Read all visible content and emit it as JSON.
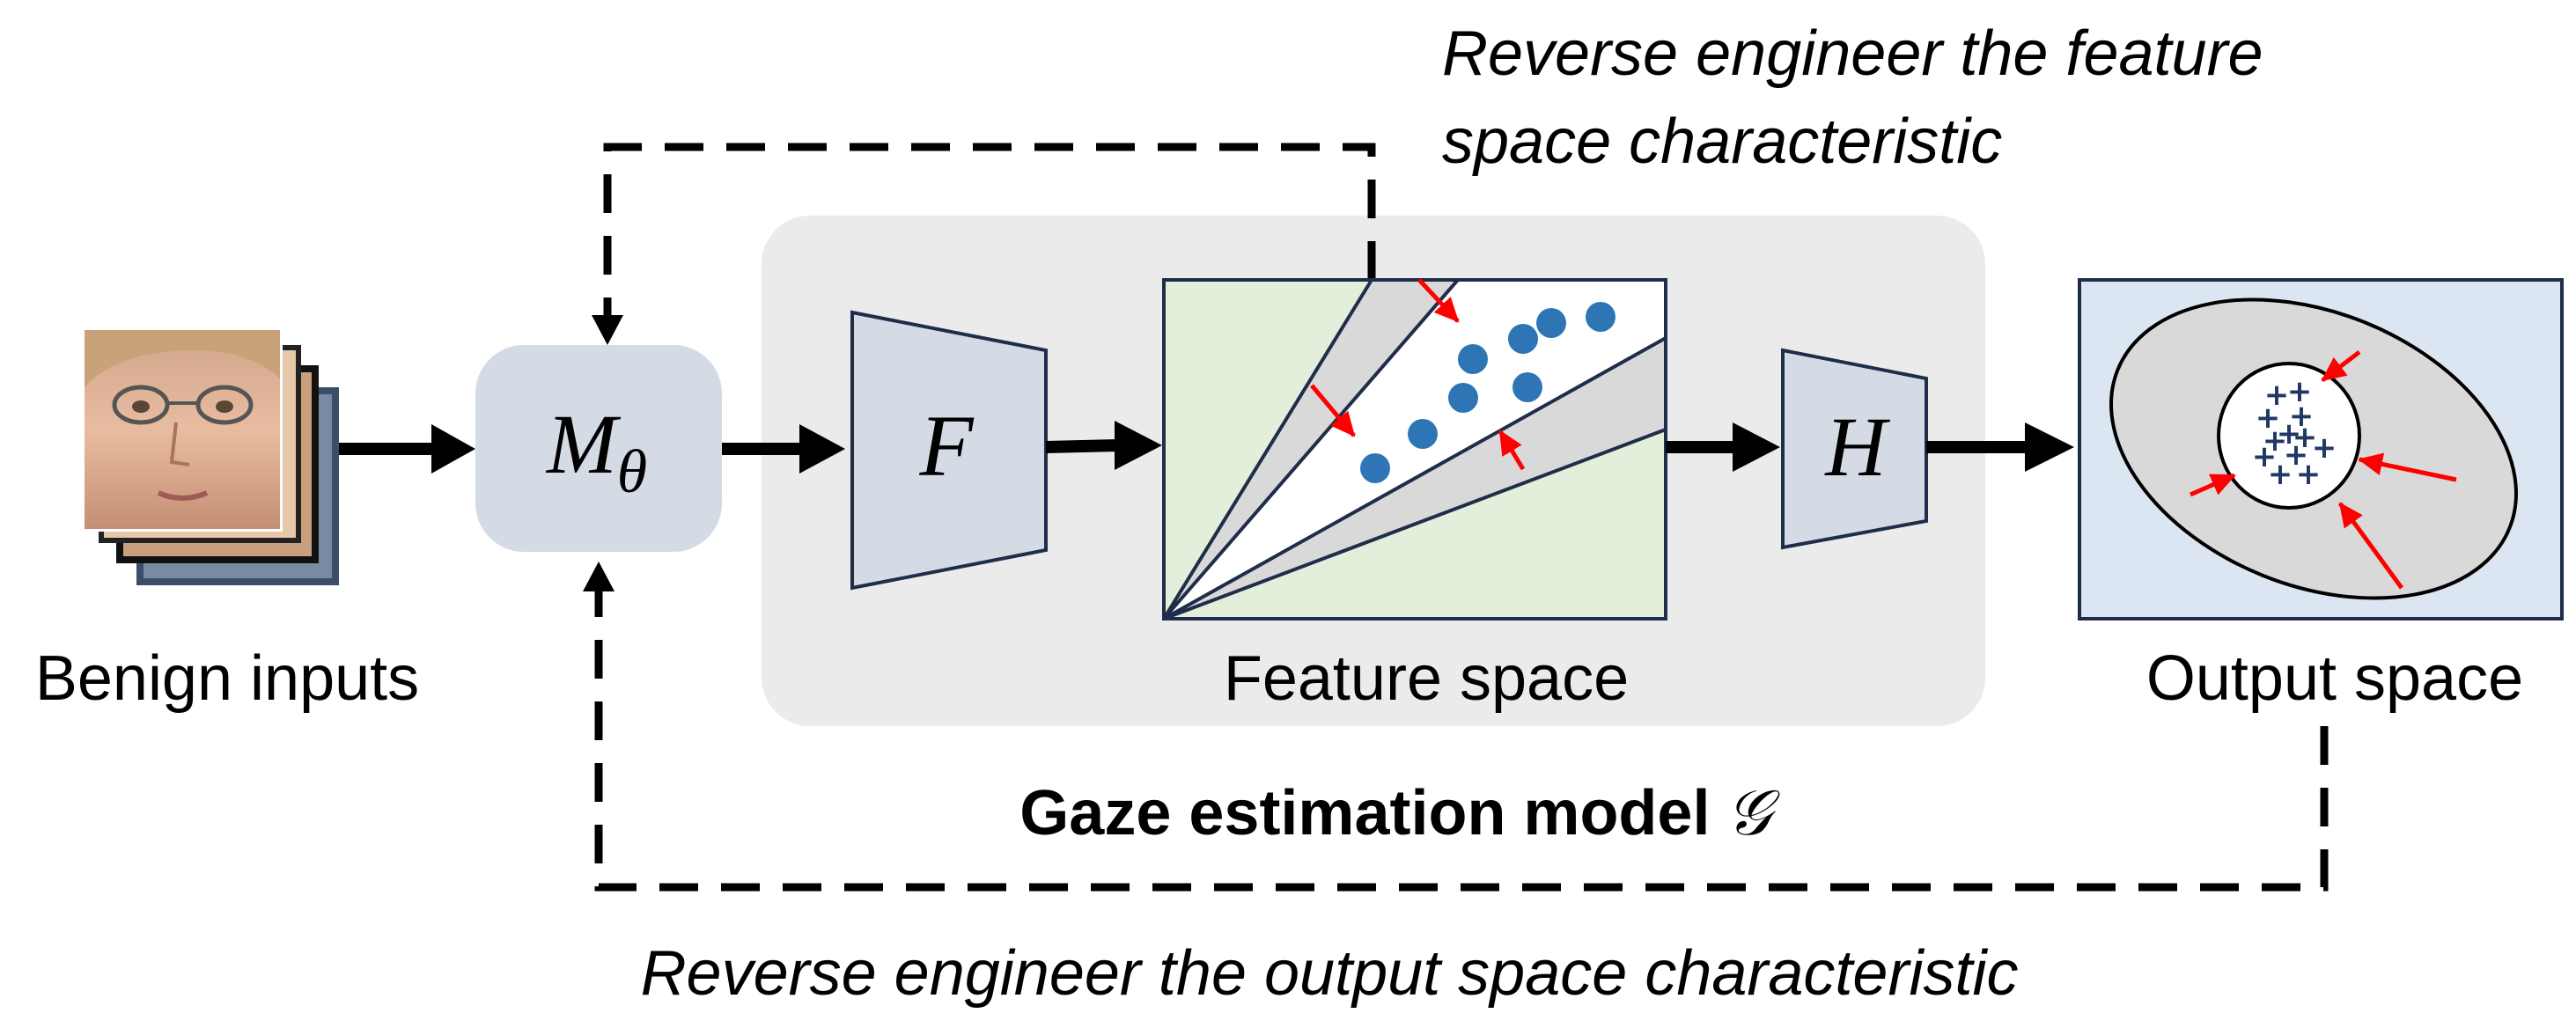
{
  "labels": {
    "top_annotation_line1": "Reverse engineer the feature",
    "top_annotation_line2": "space characteristic",
    "benign_inputs": "Benign inputs",
    "feature_space": "Feature space",
    "output_space": "Output space",
    "model_title": "Gaze estimation model",
    "model_symbol": "𝒢",
    "bottom_annotation": "Reverse engineer the output space characteristic"
  },
  "symbols": {
    "m_base": "M",
    "m_sub": "θ",
    "f": "F",
    "h": "H"
  },
  "colors": {
    "model_container": "#ebebeb",
    "block_fill": "#d5dbe5",
    "feature_bg": "#e2efda",
    "output_bg": "#dce6f2",
    "cone_gray": "#d9d9d9",
    "dot_blue": "#2e75b6",
    "red_arrow": "#ff0000",
    "plus_navy": "#1f3864"
  },
  "icons": {
    "face_stack": "face-image-stack",
    "dot": "feature-dot",
    "plus": "output-plus-marker"
  }
}
